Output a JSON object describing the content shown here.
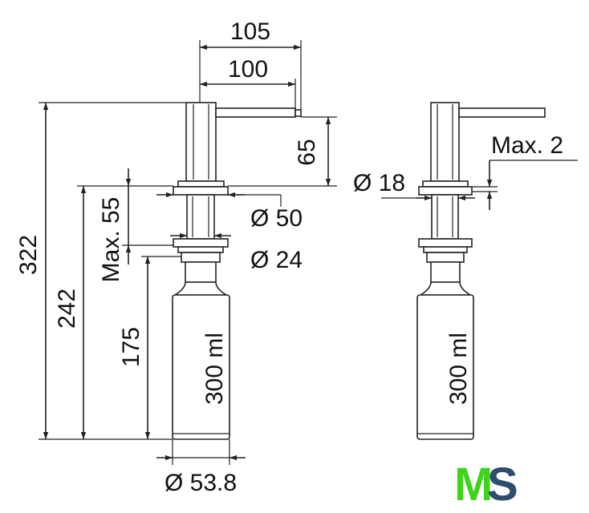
{
  "left_view": {
    "dim_top_outer": "105",
    "dim_top_inner": "100",
    "dim_spout_height": "65",
    "dim_total_height": "322",
    "dim_below_counter": "242",
    "dim_bottle_height": "175",
    "dim_max_counter": "Max. 55",
    "dim_flange_dia": "Ø 50",
    "dim_hole_dia": "Ø 24",
    "bottle_volume": "300 ml",
    "dim_bottle_dia": "Ø 53.8"
  },
  "right_view": {
    "dim_max_thickness": "Max. 2",
    "dim_stem_dia": "Ø 18",
    "bottle_volume": "300 ml"
  },
  "logo": {
    "text_m": "M",
    "text_s": "S",
    "colors": {
      "m": "#3fd41c",
      "s": "#2f4e6e"
    }
  }
}
